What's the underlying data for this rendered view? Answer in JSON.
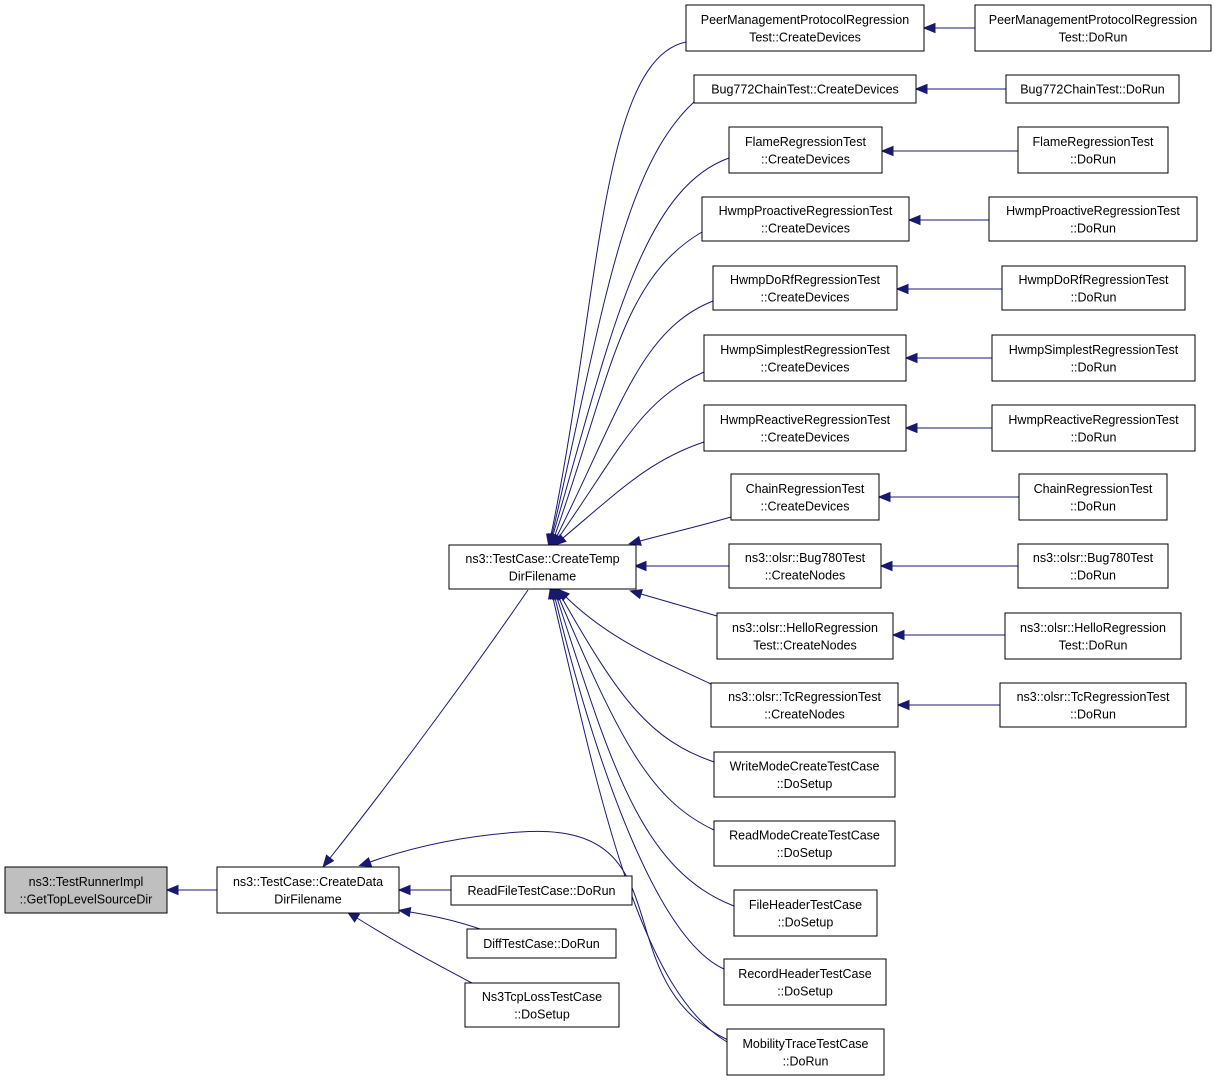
{
  "graph": {
    "nodes": {
      "root": [
        "ns3::TestRunnerImpl",
        "::GetTopLevelSourceDir"
      ],
      "data": [
        "ns3::TestCase::CreateData",
        "DirFilename"
      ],
      "temp": [
        "ns3::TestCase::CreateTemp",
        "DirFilename"
      ],
      "rf": [
        "ReadFileTestCase::DoRun"
      ],
      "diff": [
        "DiffTestCase::DoRun"
      ],
      "tcploss": [
        "Ns3TcpLossTestCase",
        "::DoSetup"
      ],
      "pmp_cd": [
        "PeerManagementProtocolRegression",
        "Test::CreateDevices"
      ],
      "pmp_run": [
        "PeerManagementProtocolRegression",
        "Test::DoRun"
      ],
      "bug772_cd": [
        "Bug772ChainTest::CreateDevices"
      ],
      "bug772_run": [
        "Bug772ChainTest::DoRun"
      ],
      "flame_cd": [
        "FlameRegressionTest",
        "::CreateDevices"
      ],
      "flame_run": [
        "FlameRegressionTest",
        "::DoRun"
      ],
      "hpro_cd": [
        "HwmpProactiveRegressionTest",
        "::CreateDevices"
      ],
      "hpro_run": [
        "HwmpProactiveRegressionTest",
        "::DoRun"
      ],
      "hdorf_cd": [
        "HwmpDoRfRegressionTest",
        "::CreateDevices"
      ],
      "hdorf_run": [
        "HwmpDoRfRegressionTest",
        "::DoRun"
      ],
      "hsimp_cd": [
        "HwmpSimplestRegressionTest",
        "::CreateDevices"
      ],
      "hsimp_run": [
        "HwmpSimplestRegressionTest",
        "::DoRun"
      ],
      "hreac_cd": [
        "HwmpReactiveRegressionTest",
        "::CreateDevices"
      ],
      "hreac_run": [
        "HwmpReactiveRegressionTest",
        "::DoRun"
      ],
      "chain_cd": [
        "ChainRegressionTest",
        "::CreateDevices"
      ],
      "chain_run": [
        "ChainRegressionTest",
        "::DoRun"
      ],
      "bug780_cn": [
        "ns3::olsr::Bug780Test",
        "::CreateNodes"
      ],
      "bug780_run": [
        "ns3::olsr::Bug780Test",
        "::DoRun"
      ],
      "hello_cn": [
        "ns3::olsr::HelloRegression",
        "Test::CreateNodes"
      ],
      "hello_run": [
        "ns3::olsr::HelloRegression",
        "Test::DoRun"
      ],
      "tc_cn": [
        "ns3::olsr::TcRegressionTest",
        "::CreateNodes"
      ],
      "tc_run": [
        "ns3::olsr::TcRegressionTest",
        "::DoRun"
      ],
      "wmc": [
        "WriteModeCreateTestCase",
        "::DoSetup"
      ],
      "rmc": [
        "ReadModeCreateTestCase",
        "::DoSetup"
      ],
      "fh": [
        "FileHeaderTestCase",
        "::DoSetup"
      ],
      "rh": [
        "RecordHeaderTestCase",
        "::DoSetup"
      ],
      "mob": [
        "MobilityTraceTestCase",
        "::DoRun"
      ]
    },
    "edges": [
      [
        "data",
        "root"
      ],
      [
        "temp",
        "data"
      ],
      [
        "rf",
        "data"
      ],
      [
        "diff",
        "data"
      ],
      [
        "tcploss",
        "data"
      ],
      [
        "mob",
        "data"
      ],
      [
        "pmp_cd",
        "temp"
      ],
      [
        "bug772_cd",
        "temp"
      ],
      [
        "flame_cd",
        "temp"
      ],
      [
        "hpro_cd",
        "temp"
      ],
      [
        "hdorf_cd",
        "temp"
      ],
      [
        "hsimp_cd",
        "temp"
      ],
      [
        "hreac_cd",
        "temp"
      ],
      [
        "chain_cd",
        "temp"
      ],
      [
        "bug780_cn",
        "temp"
      ],
      [
        "hello_cn",
        "temp"
      ],
      [
        "tc_cn",
        "temp"
      ],
      [
        "wmc",
        "temp"
      ],
      [
        "rmc",
        "temp"
      ],
      [
        "fh",
        "temp"
      ],
      [
        "rh",
        "temp"
      ],
      [
        "mob",
        "temp"
      ],
      [
        "pmp_run",
        "pmp_cd"
      ],
      [
        "bug772_run",
        "bug772_cd"
      ],
      [
        "flame_run",
        "flame_cd"
      ],
      [
        "hpro_run",
        "hpro_cd"
      ],
      [
        "hdorf_run",
        "hdorf_cd"
      ],
      [
        "hsimp_run",
        "hsimp_cd"
      ],
      [
        "hreac_run",
        "hreac_cd"
      ],
      [
        "chain_run",
        "chain_cd"
      ],
      [
        "bug780_run",
        "bug780_cn"
      ],
      [
        "hello_run",
        "hello_cn"
      ],
      [
        "tc_run",
        "tc_cn"
      ]
    ]
  }
}
